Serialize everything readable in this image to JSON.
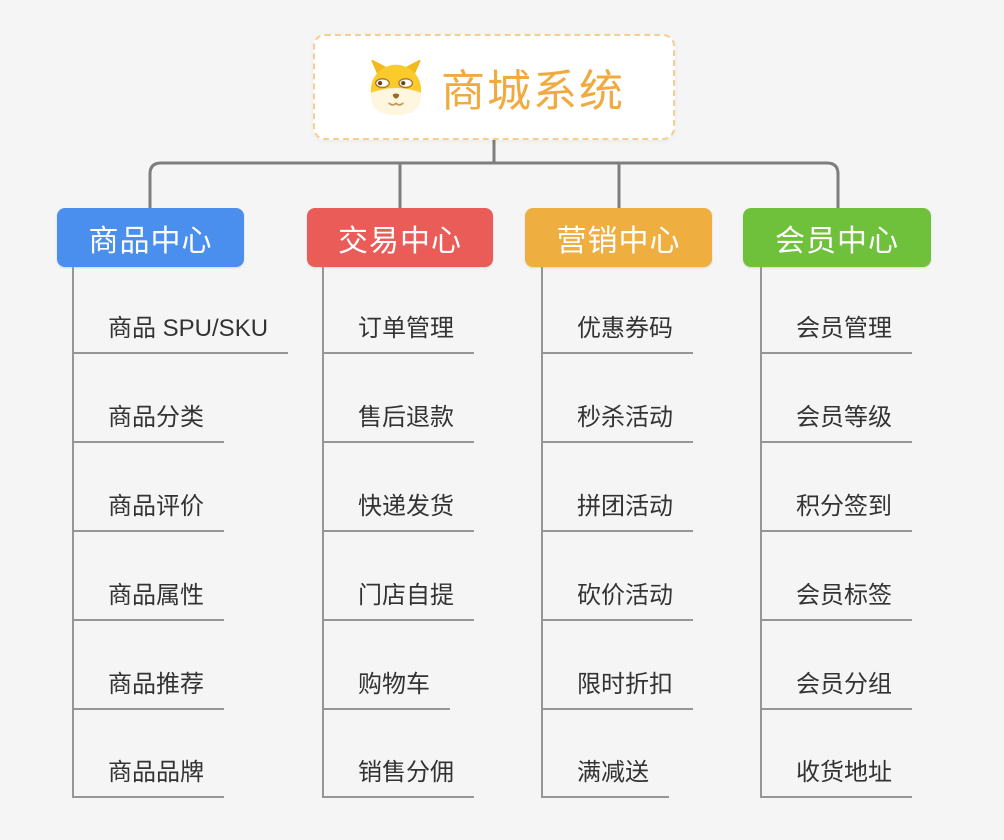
{
  "root": {
    "label": "商城系统",
    "icon": "shiba-dog-icon",
    "text_color": "#f2a93e",
    "border_color": "#f6ce8f"
  },
  "connectors": {
    "color": "#7e7e7e",
    "child_line_color": "#969696"
  },
  "branches": [
    {
      "label": "商品中心",
      "color": "#4b8fee",
      "children": [
        "商品 SPU/SKU",
        "商品分类",
        "商品评价",
        "商品属性",
        "商品推荐",
        "商品品牌"
      ]
    },
    {
      "label": "交易中心",
      "color": "#e95c57",
      "children": [
        "订单管理",
        "售后退款",
        "快递发货",
        "门店自提",
        "购物车",
        "销售分佣"
      ]
    },
    {
      "label": "营销中心",
      "color": "#eeaf40",
      "children": [
        "优惠券码",
        "秒杀活动",
        "拼团活动",
        "砍价活动",
        "限时折扣",
        "满减送"
      ]
    },
    {
      "label": "会员中心",
      "color": "#6fc13c",
      "children": [
        "会员管理",
        "会员等级",
        "积分签到",
        "会员标签",
        "会员分组",
        "收货地址"
      ]
    }
  ]
}
